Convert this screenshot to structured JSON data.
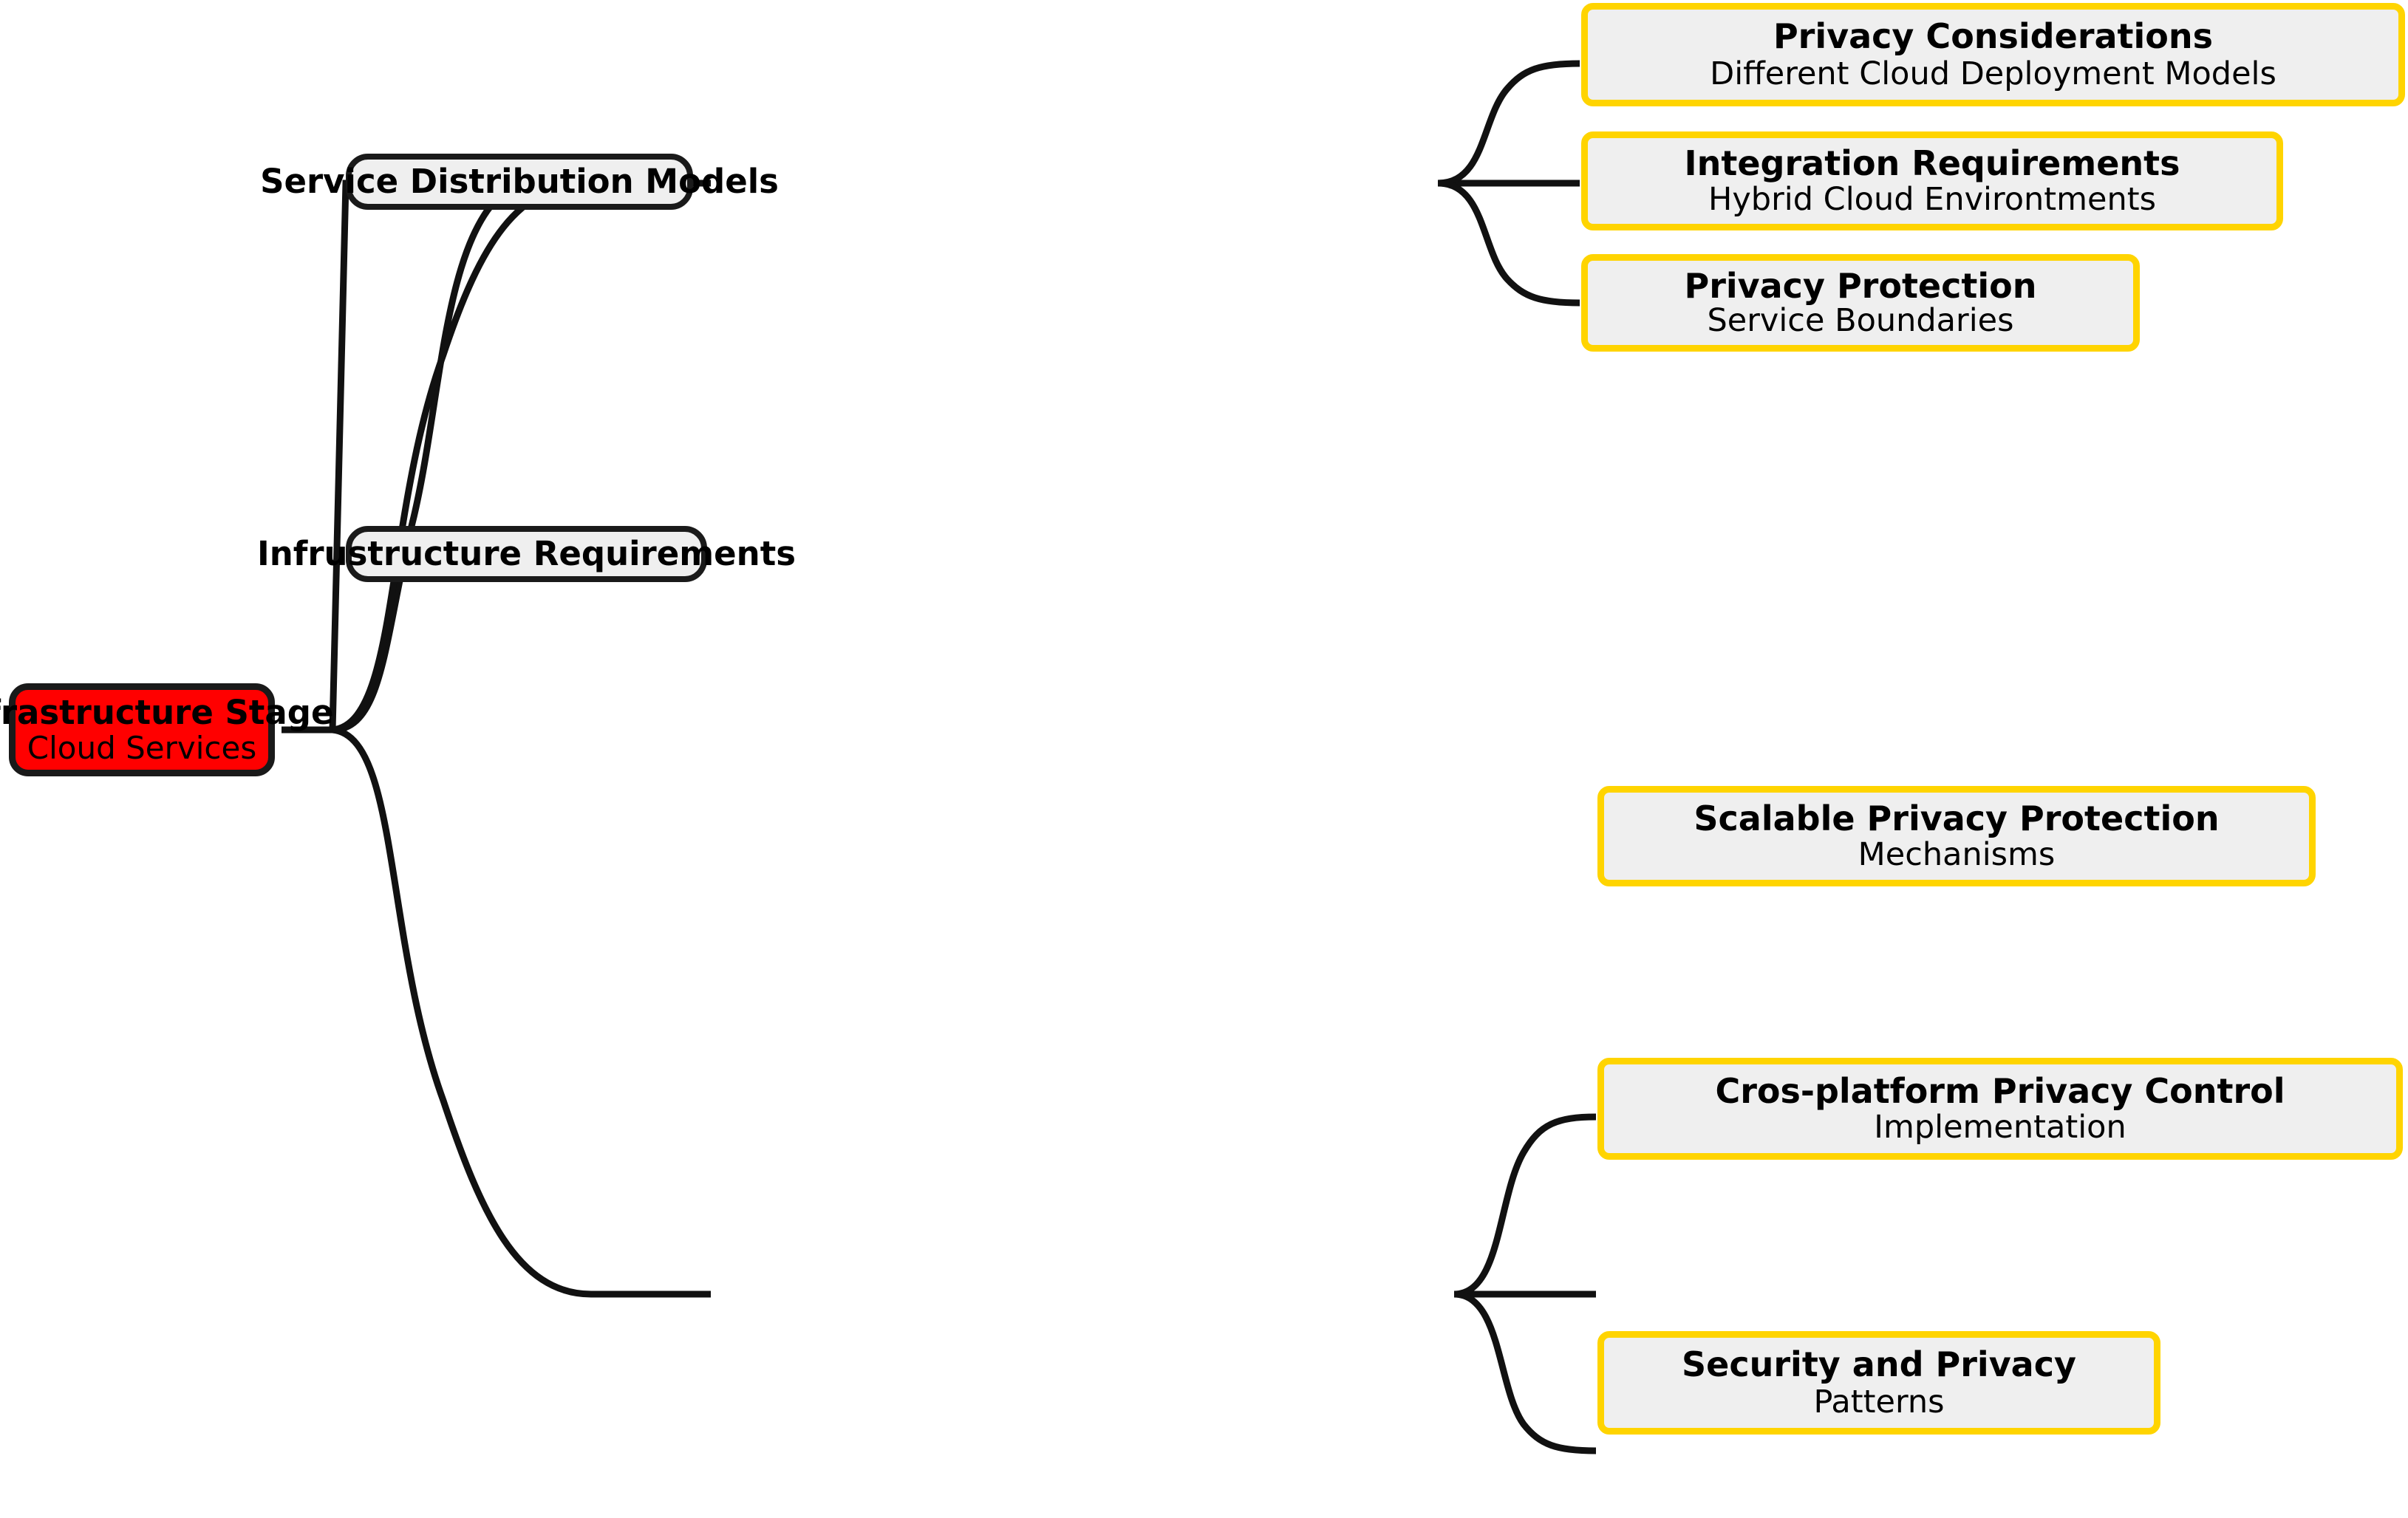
{
  "diagram": {
    "type": "mindmap",
    "orientation": "left-to-right",
    "colors": {
      "root_fill": "#ff0000",
      "root_border": "#1a1a1a",
      "branch_fill": "#efefef",
      "branch_border": "#1a1a1a",
      "leaf_fill": "#efefef",
      "leaf_border": "#ffd400",
      "edge": "#111111",
      "background": "#ffffff",
      "text": "#000000"
    },
    "root": {
      "title": "Infrastructure Stage",
      "subtitle": "Cloud Services"
    },
    "branches": [
      {
        "title": "Service Distribution Models",
        "leaves": [
          {
            "title": "Privacy Considerations",
            "subtitle": "Different Cloud Deployment Models"
          },
          {
            "title": "Integration Requirements",
            "subtitle": "Hybrid Cloud Environtments"
          },
          {
            "title": "Privacy Protection",
            "subtitle": "Service Boundaries"
          }
        ]
      },
      {
        "title": "Infrustructure Requirements",
        "leaves": [
          {
            "title": "Scalable Privacy Protection",
            "subtitle": "Mechanisms"
          },
          {
            "title": "Cros-platform Privacy Control",
            "subtitle": "Implementation"
          },
          {
            "title": "Security and Privacy",
            "subtitle": "Patterns"
          }
        ]
      }
    ]
  }
}
